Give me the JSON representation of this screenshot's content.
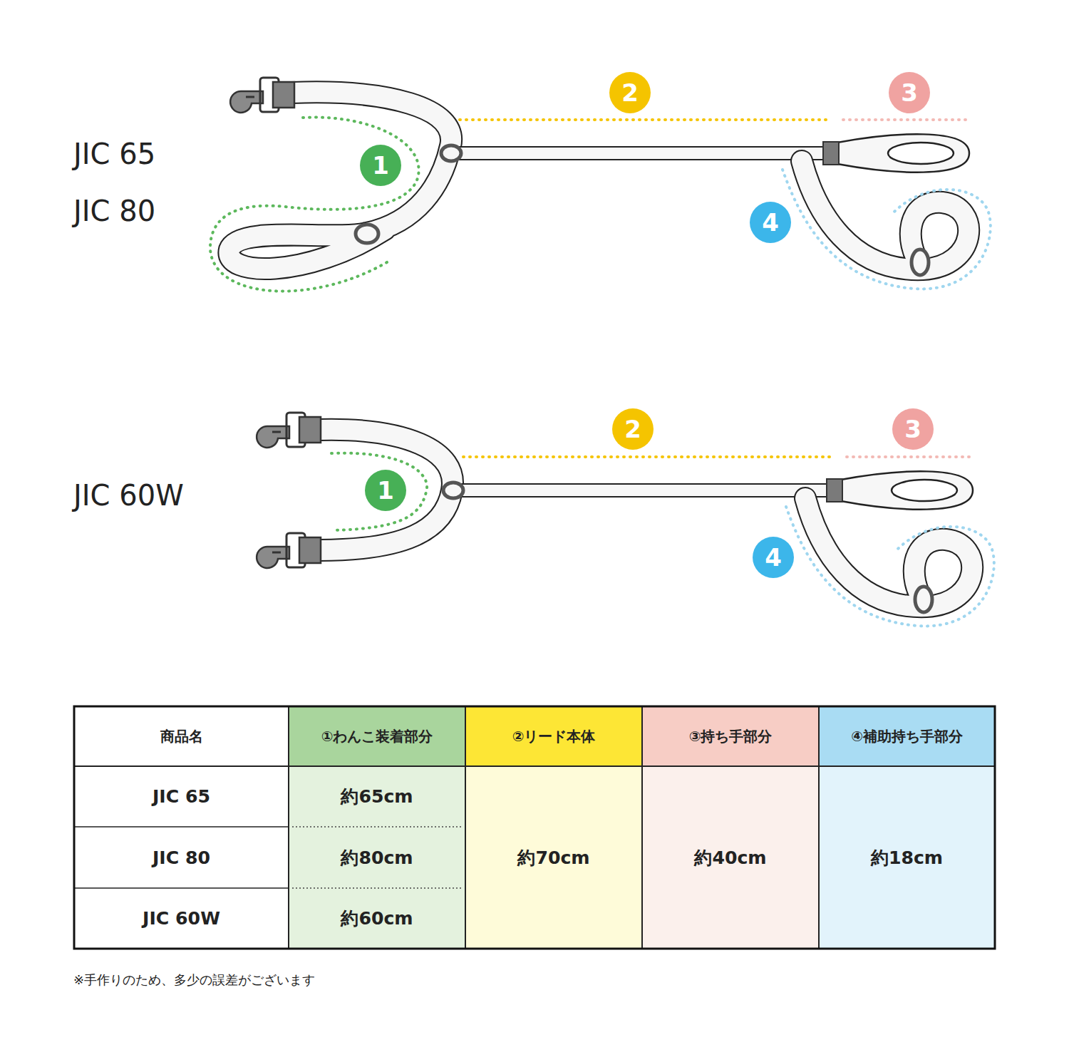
{
  "diagram": {
    "nodes": [
      {
        "text": [
          "2"
        ]
      },
      {
        "text": [
          "3"
        ]
      },
      {
        "text": [
          "1"
        ]
      },
      {
        "text": [
          "4"
        ]
      },
      {
        "text": [
          "2"
        ]
      },
      {
        "text": [
          "3"
        ]
      },
      {
        "text": [
          "1"
        ]
      },
      {
        "text": [
          "4"
        ]
      }
    ],
    "labels": [
      "JIC 65",
      "JIC 80",
      "JIC 60W",
      "商品名",
      "①わんこ装着部分",
      "②リード本体",
      "③持ち手部分",
      "④補助持ち手部分",
      "JIC 65",
      "約65cm",
      "約70cm",
      "約40cm",
      "約18cm",
      "JIC 80",
      "約80cm",
      "JIC 60W",
      "約60cm",
      "※手作りのため、多少の誤差がございます"
    ]
  }
}
